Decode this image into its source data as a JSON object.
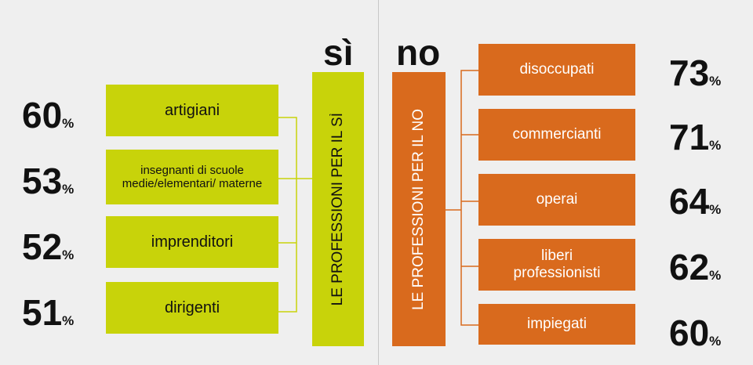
{
  "headers": {
    "yes": "sì",
    "no": "no"
  },
  "yes_panel": {
    "title": "LE PROFESSIONI PER IL SÌ",
    "items": [
      {
        "label": "artigiani",
        "value": "60",
        "unit": "%"
      },
      {
        "label": "insegnanti di scuole medie/elementari/ materne",
        "value": "53",
        "unit": "%"
      },
      {
        "label": "imprenditori",
        "value": "52",
        "unit": "%"
      },
      {
        "label": "dirigenti",
        "value": "51",
        "unit": "%"
      }
    ]
  },
  "no_panel": {
    "title": "LE PROFESSIONI PER IL NO",
    "items": [
      {
        "label": "disoccupati",
        "value": "73",
        "unit": "%"
      },
      {
        "label": "commercianti",
        "value": "71",
        "unit": "%"
      },
      {
        "label": "operai",
        "value": "64",
        "unit": "%"
      },
      {
        "label": "liberi professionisti",
        "value": "62",
        "unit": "%"
      },
      {
        "label": "impiegati",
        "value": "60",
        "unit": "%"
      }
    ]
  },
  "colors": {
    "yes": "#c8d30a",
    "no": "#d96a1d",
    "background": "#efefef"
  }
}
